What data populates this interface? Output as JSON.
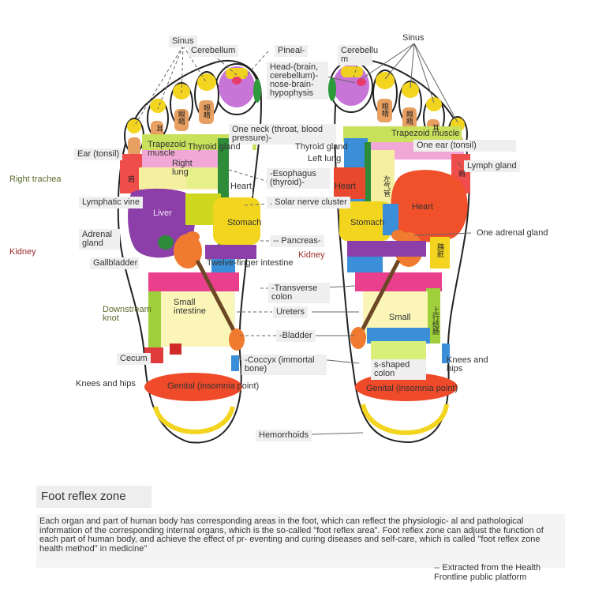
{
  "labels": {
    "sinus_l": "Sinus",
    "cerebellum_l": "Cerebellum",
    "pineal": "Pineal-",
    "cerebellum_r": "Cerebellu m",
    "sinus_r": "Sinus",
    "head": "Head-(brain, cerebellum)- nose-brain- hypophysis",
    "one_neck": "One neck (throat, blood pressure)-",
    "trapezoid_l": "Trapezoid muscle",
    "trapezoid_r": "Trapezoid muscle",
    "thyroid_l": "Thyroid gland",
    "thyroid_r": "Thyroid gland",
    "ear_tonsil_l": "Ear (tonsil)",
    "ear_tonsil_r": "One ear (tonsil)",
    "right_lung": "Right lung",
    "left_lung": "Left lung",
    "lymph_gland": "Lymph gland",
    "right_trachea": "Right trachea",
    "esophagus": "-Esophagus (thyroid)-",
    "heart_mid_l": "Heart",
    "heart_mid_r": "Heart",
    "heart_big": "Heart",
    "lymphatic_vine": "Lymphatic vine",
    "solar_nerve": ". Solar nerve cluster",
    "liver": "Liver",
    "stomach_l": "Stomach",
    "stomach_r": "Stomach",
    "adrenal_l": "Adrenal gland",
    "adrenal_r": "One adrenal gland",
    "kidney_l": "Kidney",
    "kidney_r": "Kidney",
    "pancreas": "-- Pancreas-",
    "gallbladder": "Gallbladder",
    "twelve_finger": "Twelve-finger intestine",
    "transverse_colon": "-Transverse colon",
    "downstream_knot": "Downstream knot",
    "small_intestine_l": "Small intestine",
    "small_r": "Small",
    "ureters": "Ureters",
    "bladder": "-Bladder",
    "cecum": "Cecum",
    "coccyx": "-Coccyx (immortal bone)",
    "s_shaped_colon": "s-shaped colon",
    "knees_hips_l": "Knees and hips",
    "knees_hips_r": "Knees and hips",
    "genital_l": "Genital (insomnia point)",
    "genital_r": "Genital (insomnia point)",
    "hemorrhoids": "Hemorrhoids"
  },
  "cn_labels": {
    "ear_l": "耳",
    "eye_l1": "眼睛",
    "eye_l2": "眼睛",
    "shoulder_l": "肩",
    "eye_r1": "眼睛",
    "eye_r2": "眼睛",
    "ear_r": "耳",
    "shoulder_r": "肩",
    "left_trachea": "左气管",
    "pancreas_r": "胰脏",
    "ascending_colon": "上行结肠"
  },
  "caption": {
    "title": "Foot reflex zone",
    "description": "Each organ and part of human body has corresponding areas in the foot, which can reflect the physiologic- al and pathological information of the corresponding internal organs, which is the so-called \"foot reflex area\". Foot reflex zone can adjust the function of each part of human body, and achieve the effect of pr- eventing and curing diseases and self-care, which is called \"foot reflex zone health method\" in medicine\"",
    "source": "-- Extracted from the Health Frontline public platform"
  }
}
